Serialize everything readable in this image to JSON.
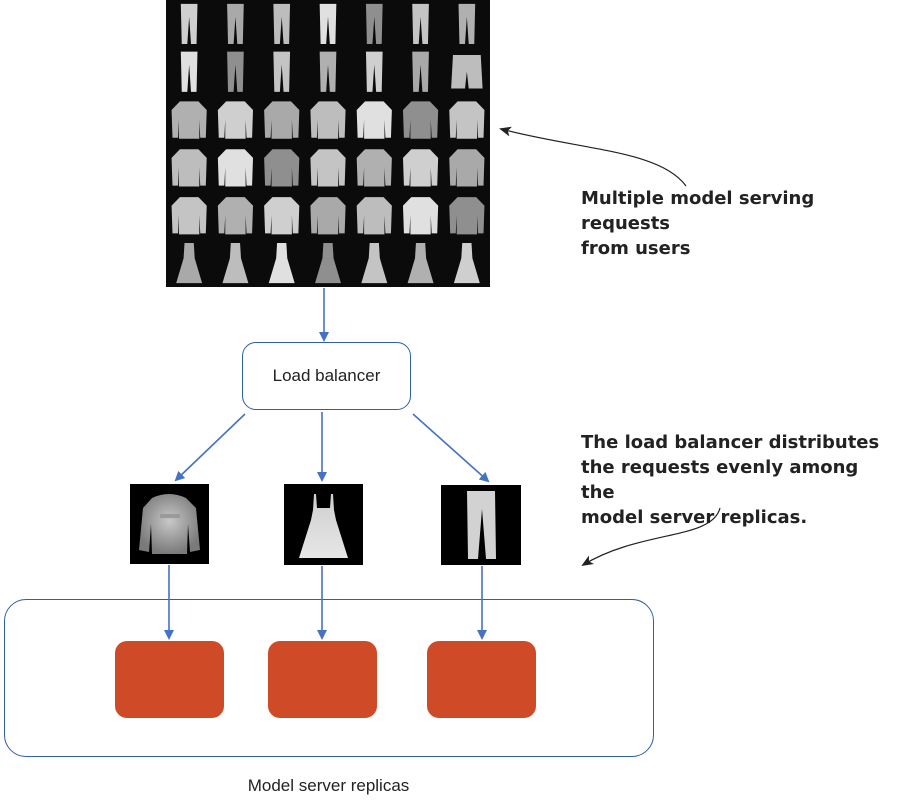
{
  "load_balancer": {
    "label": "Load balancer"
  },
  "annotations": {
    "requests": [
      "Multiple model serving requests",
      "from users"
    ],
    "distribution": [
      "The load balancer distributes",
      "the requests evenly among the",
      "model server replicas."
    ]
  },
  "replicas": {
    "caption": "Model server replicas",
    "count": 3,
    "color": "#cf4b27"
  },
  "colors": {
    "arrow": "#4472c4",
    "border": "#2f5fa8",
    "replica": "#cf4b27"
  },
  "request_images": {
    "icon": "fashion-mnist-grid",
    "rows": 6,
    "cols": 7
  },
  "routed_images": [
    "hoodie-image",
    "dress-image",
    "trousers-image"
  ]
}
